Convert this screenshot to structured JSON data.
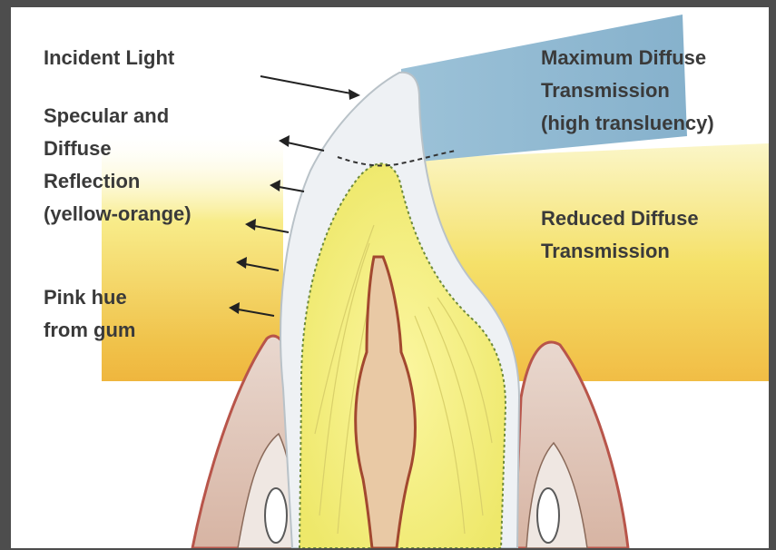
{
  "labels": {
    "incident_light": "Incident Light",
    "specular_reflection": "Specular and\nDiffuse\nReflection\n(yellow-orange)",
    "pink_hue": "Pink hue\nfrom gum",
    "max_transmission": "Maximum Diffuse\nTransmission\n(high transluency)",
    "reduced_transmission": "Reduced Diffuse\nTransmission"
  },
  "colors": {
    "frame": "#4d4d4d",
    "background": "#ffffff",
    "yellow_glow": "#f3df55",
    "orange_glow": "#f2b640",
    "blue_zone": "#8fb8d2",
    "enamel": "#eef1f4",
    "dentin": "#f4f08a",
    "pulp": "#c07a45",
    "gum": "#d89a80",
    "label_text": "#3a3a3a"
  }
}
